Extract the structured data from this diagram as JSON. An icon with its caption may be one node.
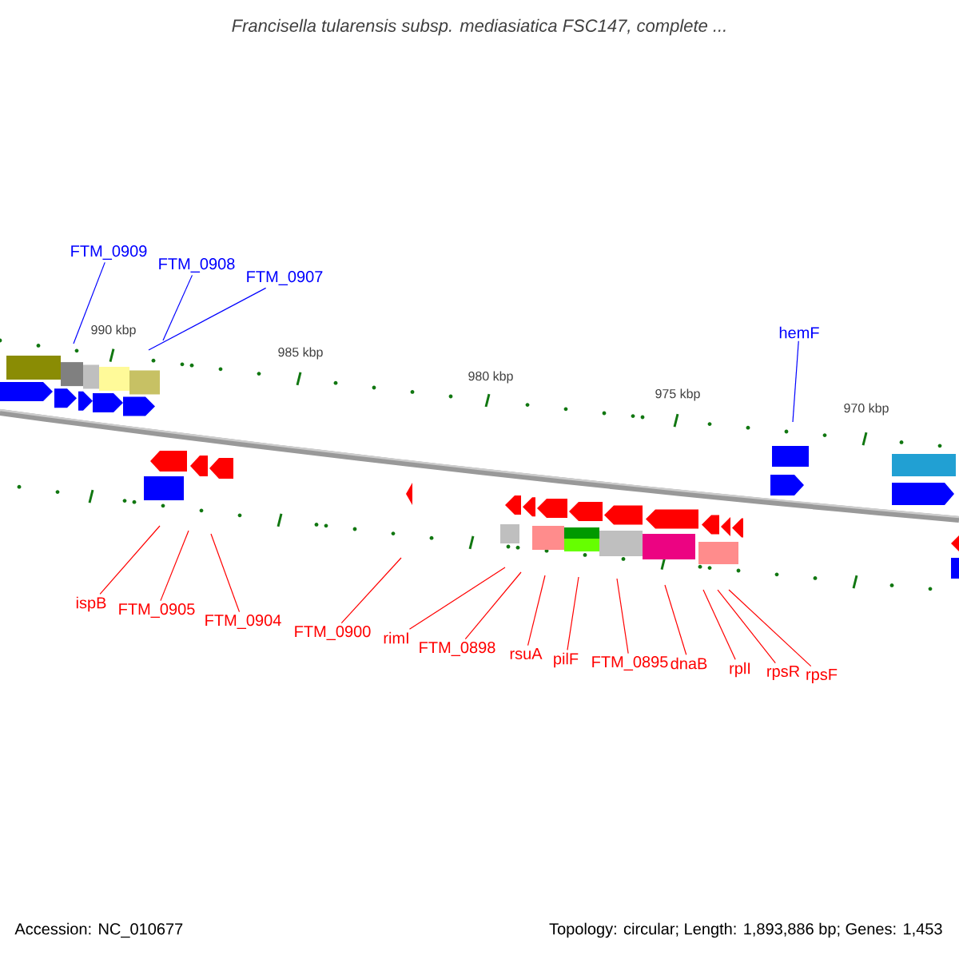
{
  "diagram": {
    "title": "Francisella tularensis subsp. mediasiatica FSC147, complete ...",
    "nodes": [
      {
        "text": [
          "FTM_0909"
        ]
      },
      {
        "text": [
          "FTM_0908"
        ]
      },
      {
        "text": [
          "FTM_0907"
        ]
      },
      {
        "text": [
          "hemF"
        ]
      },
      {
        "text": [
          "ispB"
        ]
      },
      {
        "text": [
          "FTM_0905"
        ]
      },
      {
        "text": [
          "FTM_0904"
        ]
      },
      {
        "text": [
          "FTM_0900"
        ]
      },
      {
        "text": [
          "rimI"
        ]
      },
      {
        "text": [
          "FTM_0898"
        ]
      },
      {
        "text": [
          "rsuA"
        ]
      },
      {
        "text": [
          "pilF"
        ]
      },
      {
        "text": [
          "FTM_0895"
        ]
      },
      {
        "text": [
          "dnaB"
        ]
      },
      {
        "text": [
          "rplI"
        ]
      },
      {
        "text": [
          "rpsR"
        ]
      },
      {
        "text": [
          "rpsF"
        ]
      }
    ],
    "edges": [
      {
        "from": 0,
        "to": null,
        "arrow": "none",
        "color": "#0000ff"
      },
      {
        "from": 1,
        "to": null,
        "arrow": "none",
        "color": "#0000ff"
      },
      {
        "from": 2,
        "to": null,
        "arrow": "none",
        "color": "#0000ff"
      },
      {
        "from": 3,
        "to": null,
        "arrow": "none",
        "color": "#0000ff"
      },
      {
        "from": 4,
        "to": null,
        "arrow": "none"
      },
      {
        "from": 5,
        "to": null,
        "arrow": "none"
      },
      {
        "from": 6,
        "to": null,
        "arrow": "none"
      },
      {
        "from": 7,
        "to": null,
        "arrow": "none"
      },
      {
        "from": 8,
        "to": null,
        "arrow": "none"
      },
      {
        "from": 9,
        "to": null,
        "arrow": "none"
      },
      {
        "from": 10,
        "to": null,
        "arrow": "none"
      },
      {
        "from": 11,
        "to": null,
        "arrow": "none"
      },
      {
        "from": 12,
        "to": null,
        "arrow": "none"
      },
      {
        "from": 13,
        "to": null,
        "arrow": "none"
      },
      {
        "from": 14,
        "to": null,
        "arrow": "none"
      },
      {
        "from": 15,
        "to": null,
        "arrow": "none"
      },
      {
        "from": 16,
        "to": null,
        "arrow": "none"
      }
    ],
    "labels": [
      "990 kbp",
      "985 kbp",
      "980 kbp",
      "975 kbp",
      "970 kbp",
      "Accession: NC_010677",
      "Topology: circular; Length: 1,893,886 bp; Genes: 1,453"
    ]
  }
}
